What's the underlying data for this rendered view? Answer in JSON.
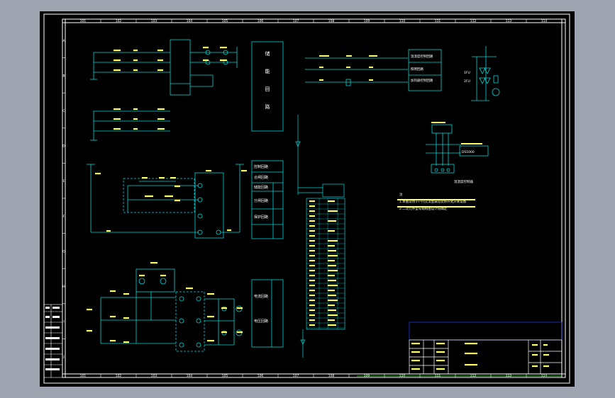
{
  "drawing": {
    "background": "#000000",
    "frame_color": "#ffffff",
    "line_color": "#00d7d7",
    "text_color": "#ffff66",
    "blue_color": "#2a3cff",
    "green_color": "#33ff33",
    "columns_top": [
      "101",
      "102",
      "103",
      "104",
      "105",
      "106",
      "107",
      "108",
      "109",
      "110",
      "111",
      "112",
      "113",
      "114"
    ],
    "columns_bottom": [
      "101",
      "102",
      "103",
      "104",
      "105",
      "106",
      "107",
      "108",
      "109",
      "110",
      "111",
      "112",
      "113",
      "114"
    ],
    "rows": [
      "A",
      "B",
      "C",
      "D",
      "E",
      "F",
      "G",
      "H",
      "I",
      "J"
    ],
    "center_panels": {
      "panel1": [
        "储",
        "能",
        "回",
        "路"
      ],
      "panel2_rows": [
        "控制回路",
        "合闸回路",
        "储能回路",
        "分闸回路",
        "保护回路"
      ],
      "panel3_rows": [
        "电流回路",
        "电压回路"
      ]
    },
    "right_panel": {
      "labels": [
        "温湿度控制回路",
        "照明回路",
        "加热器控制回路"
      ],
      "relay_labels": [
        "1FU",
        "2FU"
      ]
    },
    "notes": [
      "注",
      "1.本图适用于户内交流金属铠装移开式开关设备",
      "2.二次元件型号规格由设计院确定"
    ],
    "plc_box_label": "DS1000",
    "sensor_label": "温湿度控制器"
  }
}
